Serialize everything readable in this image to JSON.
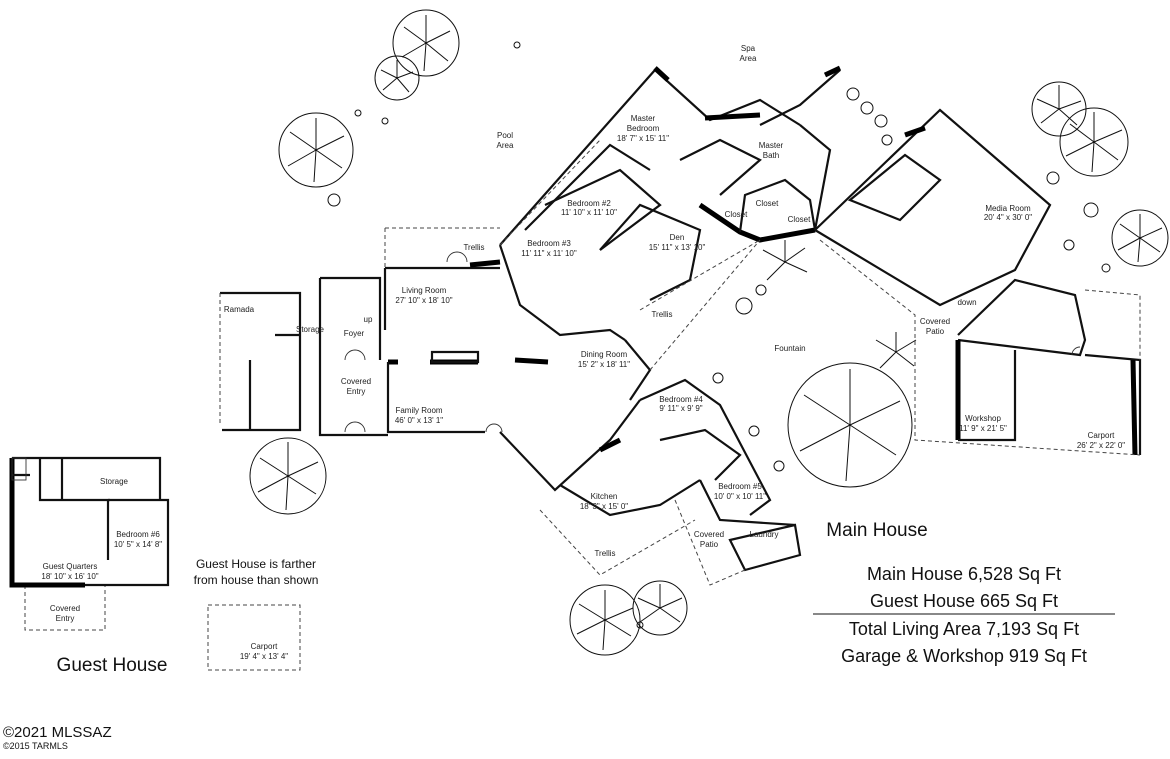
{
  "main_house": {
    "heading": "Main House",
    "rooms": [
      {
        "name": "Spa",
        "dims": "Area"
      },
      {
        "name": "Pool",
        "dims": "Area"
      },
      {
        "name": "Master",
        "dims": "Bedroom"
      },
      {
        "name": "",
        "dims": "18' 7\" x 15' 11\""
      },
      {
        "name": "Master",
        "dims": "Bath"
      },
      {
        "name": "Bedroom #2",
        "dims": "11' 10\" x 11' 10\""
      },
      {
        "name": "Bedroom #3",
        "dims": "11' 11\" x 11' 10\""
      },
      {
        "name": "Den",
        "dims": "15' 11\" x 13' 10\""
      },
      {
        "name": "Media Room",
        "dims": "20' 4\" x 30' 0\""
      },
      {
        "name": "Living Room",
        "dims": "27' 10\" x 18' 10\""
      },
      {
        "name": "Dining Room",
        "dims": "15' 2\" x 18' 11\""
      },
      {
        "name": "Family Room",
        "dims": "46' 0\" x 13' 1\""
      },
      {
        "name": "Bedroom #4",
        "dims": "9' 11\" x 9' 9\""
      },
      {
        "name": "Bedroom #5",
        "dims": "10' 0\" x 10' 11\""
      },
      {
        "name": "Kitchen",
        "dims": "18' 3\" x 15' 0\""
      },
      {
        "name": "Workshop",
        "dims": "11' 9\" x 21' 5\""
      },
      {
        "name": "Carport",
        "dims": "26' 2\" x 22' 0\""
      },
      {
        "name": "Covered",
        "dims": "Patio"
      },
      {
        "name": "Covered",
        "dims": "Entry"
      }
    ],
    "single_labels": {
      "trellis_1": "Trellis",
      "trellis_2": "Trellis",
      "trellis_3": "Trellis",
      "closet_1": "Closet",
      "closet_2": "Closet",
      "closet_3": "Closet",
      "foyer": "Foyer",
      "up": "up",
      "down": "down",
      "storage": "Storage",
      "ramada": "Ramada",
      "fountain": "Fountain",
      "laundry": "Laundry",
      "covered_patio_2a": "Covered",
      "covered_patio_2b": "Patio"
    }
  },
  "guest_house": {
    "heading": "Guest House",
    "storage": "Storage",
    "bedroom6": {
      "name": "Bedroom #6",
      "dims": "10' 5\" x 14' 8\""
    },
    "guest_quarters": {
      "name": "Guest Quarters",
      "dims": "18' 10\" x 16' 10\""
    },
    "covered_entry": {
      "name": "Covered",
      "dims": "Entry"
    },
    "carport": {
      "name": "Carport",
      "dims": "19' 4\" x 13' 4\""
    },
    "note_line1": "Guest House is farther",
    "note_line2": "from house than shown"
  },
  "summary": {
    "line1": "Main House 6,528 Sq Ft",
    "line2": "Guest House 665 Sq Ft",
    "line3": "Total Living Area 7,193 Sq Ft",
    "line4": "Garage & Workshop 919 Sq Ft"
  },
  "copyright": {
    "line1": "©2021 MLSSAZ",
    "line2": "©2015 TARMLS"
  }
}
